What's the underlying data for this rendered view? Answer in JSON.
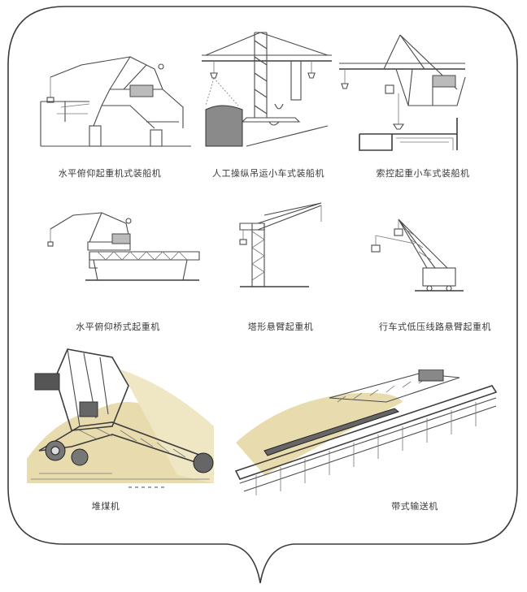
{
  "machines": [
    {
      "label": "水平俯仰起重机式装船机",
      "icon": "level-luffing-crane-ship-loader"
    },
    {
      "label": "人工操纵吊运小车式装船机",
      "icon": "manual-trolley-ship-loader"
    },
    {
      "label": "索控起重小车式装船机",
      "icon": "rope-trolley-ship-loader"
    },
    {
      "label": "水平俯仰桥式起重机",
      "icon": "level-luffing-bridge-crane"
    },
    {
      "label": "塔形悬臂起重机",
      "icon": "tower-jib-crane"
    },
    {
      "label": "行车式低压线路悬臂起重机",
      "icon": "travelling-jib-crane"
    },
    {
      "label": "堆煤机",
      "icon": "coal-stacker"
    },
    {
      "label": "带式输送机",
      "icon": "belt-conveyor"
    }
  ],
  "colors": {
    "frame": "#3a3a3a",
    "ink": "#4a4a4a",
    "sand": "#e8dcae"
  }
}
